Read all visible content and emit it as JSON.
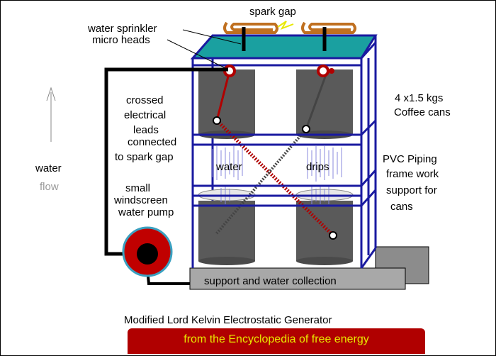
{
  "labels": {
    "spark_gap": "spark gap",
    "sprinkler_line1": "water sprinkler",
    "sprinkler_line2": "micro heads",
    "crossed_line1": "crossed",
    "crossed_line2": "electrical",
    "crossed_line3": "leads",
    "crossed_line4": "connected",
    "crossed_line5": "to spark gap",
    "water_flow_1": "water",
    "water_flow_2": "flow",
    "pump_line1": "small",
    "pump_line2": "windscreen",
    "pump_line3": "water pump",
    "cans_line1": "4 x1.5 kgs",
    "cans_line2": "Coffee cans",
    "pvc_line1": "PVC Piping",
    "pvc_line2": "frame work",
    "pvc_line3": "support for",
    "pvc_line4": "cans",
    "water": "water",
    "drips": "drips",
    "support": "support and water collection"
  },
  "caption": "Modified Lord Kelvin Electrostatic Generator",
  "banner": "from  the Encyclopedia of free energy",
  "colors": {
    "frame": "#1a1aa0",
    "top_tray": "#1aa0a0",
    "can": "#5a5a5a",
    "pump": "#c00000",
    "lead": "#b00000",
    "spark_coil": "#c07020",
    "spark": "#e8e800",
    "banner": "#b00000",
    "banner_text": "#e8e800"
  }
}
